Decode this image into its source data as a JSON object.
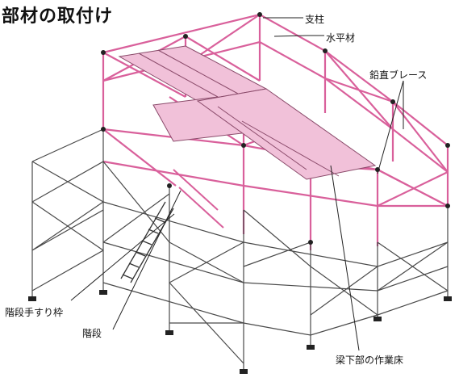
{
  "title": "部材の取付け",
  "labels": {
    "support_post": "支柱",
    "horizontal_member": "水平材",
    "vertical_brace": "鉛直ブレース",
    "stair_handrail_frame": "階段手すり枠",
    "stairs": "階段",
    "work_floor_under_beam": "梁下部の作業床"
  },
  "colors": {
    "frame_pink": "#d9609b",
    "deck_pink": "#f1c1d9",
    "deck_outline": "#8a4a6a",
    "lower_frame": "#4a4a4a",
    "clamp": "#222222",
    "leader": "#222222"
  }
}
